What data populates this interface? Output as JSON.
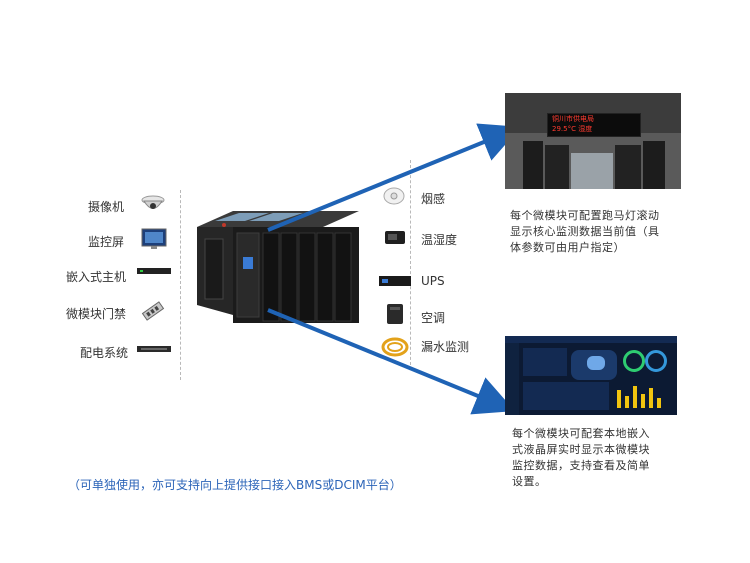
{
  "left_devices": [
    {
      "label": "摄像机",
      "icon": "dome-camera-icon"
    },
    {
      "label": "监控屏",
      "icon": "monitor-screen-icon"
    },
    {
      "label": "嵌入式主机",
      "icon": "embedded-host-icon"
    },
    {
      "label": "微模块门禁",
      "icon": "access-control-icon"
    },
    {
      "label": "配电系统",
      "icon": "power-distribution-icon"
    }
  ],
  "right_devices": [
    {
      "label": "烟感",
      "icon": "smoke-detector-icon"
    },
    {
      "label": "温湿度",
      "icon": "temp-humidity-sensor-icon"
    },
    {
      "label": "UPS",
      "icon": "ups-icon"
    },
    {
      "label": "空调",
      "icon": "air-conditioner-icon"
    },
    {
      "label": "漏水监测",
      "icon": "water-leak-cable-icon"
    }
  ],
  "led_display": {
    "line1": "铜川市供电局",
    "line2": "29.5°C  湿度"
  },
  "top_caption": {
    "lines": [
      "每个微模块可配置跑马灯滚动",
      "显示核心监测数据当前值（具",
      "体参数可由用户指定）"
    ]
  },
  "bottom_caption": {
    "lines": [
      "每个微模块可配套本地嵌入",
      "式液晶屏实时显示本微模块",
      "监控数据，支持查看及简单",
      "设置。"
    ]
  },
  "footer_note": "（可单独使用，亦可支持向上提供接口接入BMS或DCIM平台）",
  "colors": {
    "arrow": "#1f63b5",
    "accent_blue": "#2b64b8",
    "rack": "#1b1b1b"
  }
}
